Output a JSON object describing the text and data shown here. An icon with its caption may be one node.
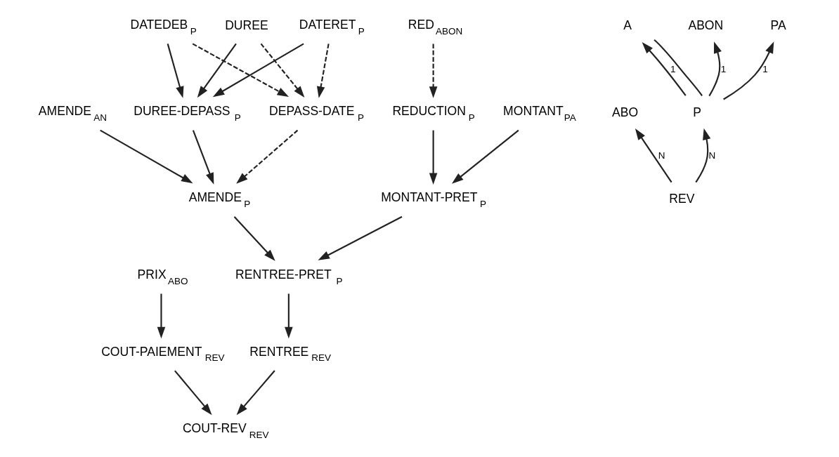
{
  "diagram": {
    "nodes": [
      {
        "text": [
          "PRIX$_{ABO}$"
        ]
      },
      {
        "text": [
          "DUREE"
        ]
      },
      {
        "text": [
          "DATEDEB$_{P}$"
        ]
      },
      {
        "text": [
          "DATERET$_{P}$"
        ]
      },
      {
        "text": [
          "AMENDE$_{AN}$"
        ]
      },
      {
        "text": [
          "RED$_{ABON}$"
        ]
      },
      {
        "text": [
          "MONTANT$_{PA}$"
        ]
      },
      {
        "text": [
          "DUREE-DEPASS$_{P}$"
        ]
      },
      {
        "text": [
          "DEPASS-DATE$_{P}$"
        ]
      },
      {
        "text": [
          "REDUCTION$_{P}$"
        ]
      },
      {
        "text": [
          "AMENDE$_{P}$"
        ]
      },
      {
        "text": [
          "MONTANT-PRET$_{P}$"
        ]
      },
      {
        "text": [
          "RENTREE-PRET$_{P}$"
        ]
      },
      {
        "text": [
          "COUT-PAIEMENT$_{REV}$"
        ]
      },
      {
        "text": [
          "RENTREE$_{REV}$"
        ]
      },
      {
        "text": [
          "COUT-REV$_{REV}$"
        ]
      },
      {
        "text": [
          "ABO"
        ]
      },
      {
        "text": [
          "A"
        ]
      },
      {
        "text": [
          "ABON"
        ]
      },
      {
        "text": [
          "PA"
        ]
      },
      {
        "text": [
          "P"
        ]
      },
      {
        "text": [
          "REV"
        ]
      }
    ],
    "edges": [
      {
        "from": 0,
        "to": 13,
        "arrow": "to"
      },
      {
        "from": 1,
        "to": 7,
        "arrow": "to"
      },
      {
        "from": 1,
        "to": 8,
        "arrow": "to",
        "style": "dashed"
      },
      {
        "from": 2,
        "to": 7,
        "arrow": "to"
      },
      {
        "from": 2,
        "to": 8,
        "arrow": "to",
        "style": "dashed"
      },
      {
        "from": 3,
        "to": 7,
        "arrow": "to"
      },
      {
        "from": 3,
        "to": 8,
        "arrow": "to",
        "style": "dashed"
      },
      {
        "from": 4,
        "to": 10,
        "arrow": "to"
      },
      {
        "from": 5,
        "to": 9,
        "arrow": "to",
        "style": "dashed"
      },
      {
        "from": 6,
        "to": 11,
        "arrow": "to"
      },
      {
        "from": 7,
        "to": 10,
        "arrow": "to"
      },
      {
        "from": 8,
        "to": 10,
        "arrow": "to",
        "style": "dashed"
      },
      {
        "from": 9,
        "to": 11,
        "arrow": "to"
      },
      {
        "from": 10,
        "to": 12,
        "arrow": "to"
      },
      {
        "from": 11,
        "to": 12,
        "arrow": "to"
      },
      {
        "from": 12,
        "to": 14,
        "arrow": "to"
      },
      {
        "from": 13,
        "to": 15,
        "arrow": "to"
      },
      {
        "from": 14,
        "to": 15,
        "arrow": "to"
      },
      {
        "from": 21,
        "to": 16,
        "label": "N",
        "arrow": "to"
      },
      {
        "from": 21,
        "to": 20,
        "label": "N",
        "arrow": "to"
      },
      {
        "from": 20,
        "to": 17,
        "label": "1",
        "arrow": "to"
      },
      {
        "from": 20,
        "to": 18,
        "label": "1",
        "arrow": "to"
      },
      {
        "from": 20,
        "to": 19,
        "label": "1",
        "arrow": "to"
      },
      {
        "from": 20,
        "to": 17,
        "arrow": "none"
      }
    ]
  }
}
